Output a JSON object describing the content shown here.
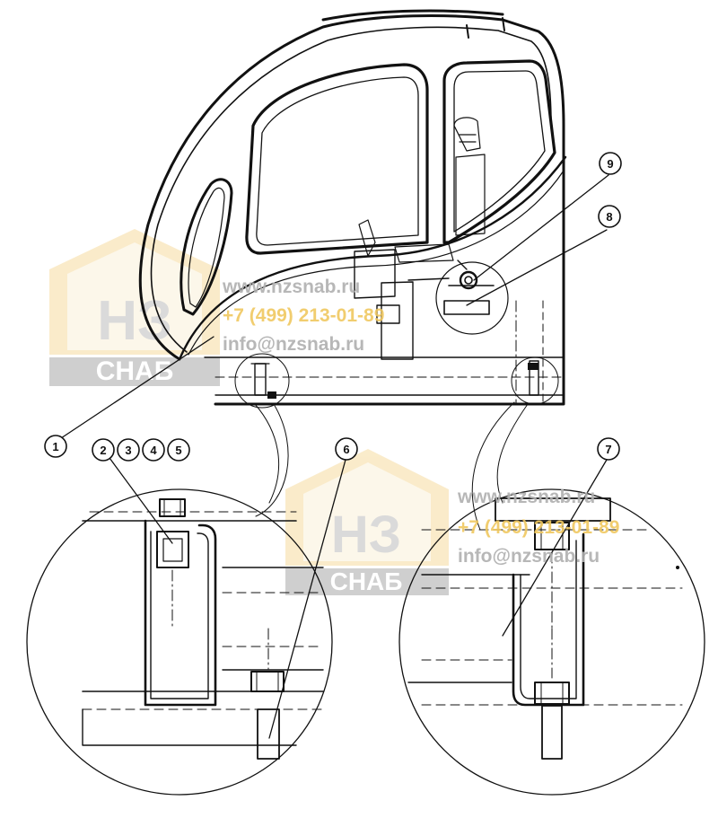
{
  "callouts": [
    {
      "id": "c1",
      "label": "1"
    },
    {
      "id": "c2",
      "label": "2"
    },
    {
      "id": "c3",
      "label": "3"
    },
    {
      "id": "c4",
      "label": "4"
    },
    {
      "id": "c5",
      "label": "5"
    },
    {
      "id": "c6",
      "label": "6"
    },
    {
      "id": "c7",
      "label": "7"
    },
    {
      "id": "c8",
      "label": "8"
    },
    {
      "id": "c9",
      "label": "9"
    }
  ],
  "watermark": {
    "site": "www.nzsnab.ru",
    "phone": "+7 (499) 213-01-89",
    "email": "info@nzsnab.ru",
    "logo_letters": "НЗ",
    "logo_word": "СНАБ"
  },
  "colors": {
    "line": "#111111",
    "watermark_gray": "#b0b0b0",
    "watermark_yellow": "#f0c860"
  }
}
